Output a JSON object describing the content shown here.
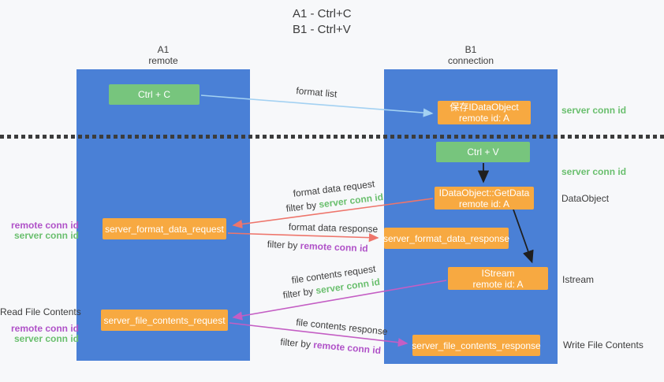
{
  "title": {
    "line1": "A1 - Ctrl+C",
    "line2": "B1 - Ctrl+V"
  },
  "lifelines": {
    "a1": {
      "name": "A1",
      "role": "remote"
    },
    "b1": {
      "name": "B1",
      "role": "connection"
    }
  },
  "nodes": {
    "ctrl_c": {
      "label": "Ctrl + C"
    },
    "save_idataobject": {
      "line1": "保存IDataObject",
      "line2": "remote id: A"
    },
    "ctrl_v": {
      "label": "Ctrl + V"
    },
    "getdata": {
      "line1": "IDataObject::GetData",
      "line2": "remote id: A"
    },
    "server_format_data_request": {
      "label": "server_format_data_request"
    },
    "server_format_data_response": {
      "label": "server_format_data_response"
    },
    "istream": {
      "line1": "IStream",
      "line2": "remote id: A"
    },
    "server_file_contents_request": {
      "label": "server_file_contents_request"
    },
    "server_file_contents_response": {
      "label": "server_file_contents_response"
    }
  },
  "arrows": {
    "format_list": {
      "label": "format list"
    },
    "format_data_request": {
      "label": "format data request",
      "filter_prefix": "filter by ",
      "filter_value": "server conn id"
    },
    "format_data_response": {
      "label": "format data response",
      "filter_prefix": "filter by ",
      "filter_value": "remote conn id"
    },
    "file_contents_request": {
      "label": "file contents request",
      "filter_prefix": "filter by ",
      "filter_value": "server conn id"
    },
    "file_contents_response": {
      "label": "file contents response",
      "filter_prefix": "filter by ",
      "filter_value": "remote conn id"
    }
  },
  "side_labels": {
    "right_server_conn_id_top": "server conn id",
    "right_server_conn_id_mid": "server conn id",
    "right_dataobject": "DataObject",
    "right_istream": "Istream",
    "right_write_file_contents": "Write File Contents",
    "left_remote_conn_id_top": "remote conn id",
    "left_server_conn_id_top": "server conn id",
    "left_read_file_contents": "Read File Contents",
    "left_remote_conn_id_bottom": "remote conn id",
    "left_server_conn_id_bottom": "server conn id"
  },
  "colors": {
    "lifeline_blue": "#4a80d6",
    "action_green": "#77c57d",
    "message_orange": "#f7a941",
    "arrow_light_blue": "#a3d1f2",
    "arrow_salmon": "#ee756b",
    "arrow_magenta": "#c45ec4",
    "arrow_black": "#1f1f1f",
    "server_conn_green": "#6abf6e",
    "remote_conn_purple": "#b052c8",
    "text_dark": "#3c3c3c",
    "background": "#f7f8fa"
  }
}
